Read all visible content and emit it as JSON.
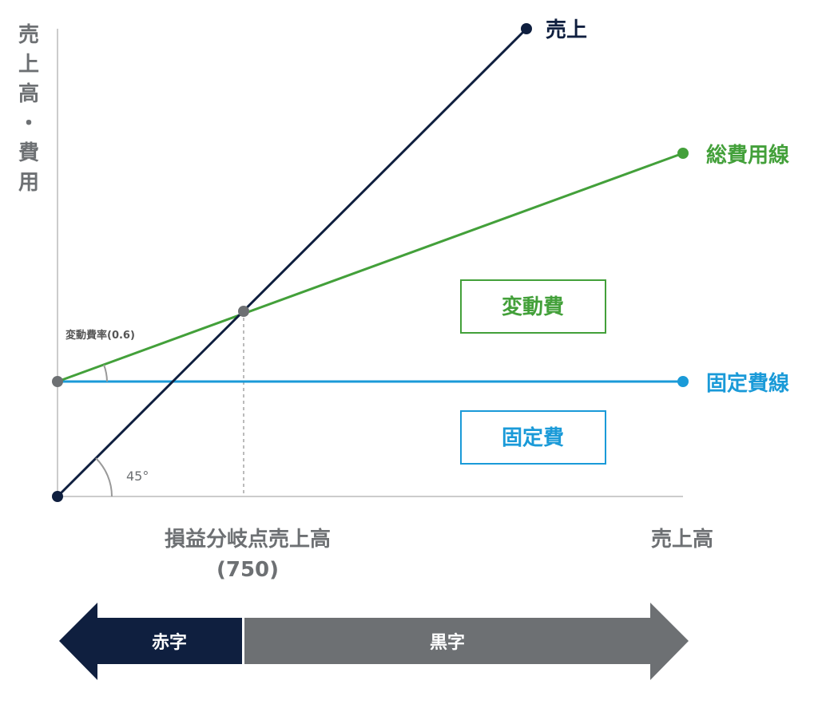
{
  "y_axis_label": "売上高・費用",
  "labels": {
    "sales_line": "売上",
    "total_cost_line": "総費用線",
    "fixed_cost_line": "固定費線",
    "variable_cost_box": "変動費",
    "fixed_cost_box": "固定費",
    "variable_cost_rate": "変動費率(0.6)",
    "angle": "45°",
    "breakeven_label": "損益分岐点売上高",
    "breakeven_value": "(750)",
    "x_axis_label": "売上高",
    "loss": "赤字",
    "profit": "黒字"
  },
  "colors": {
    "sales": "#0f1f3f",
    "total_cost": "#43a03a",
    "fixed_cost": "#1a9ad8",
    "axis": "#cccccc",
    "point": "#6d7073",
    "label_gray": "#6d7073",
    "loss_arrow": "#0f1f3f",
    "profit_arrow": "#6d7073"
  }
}
